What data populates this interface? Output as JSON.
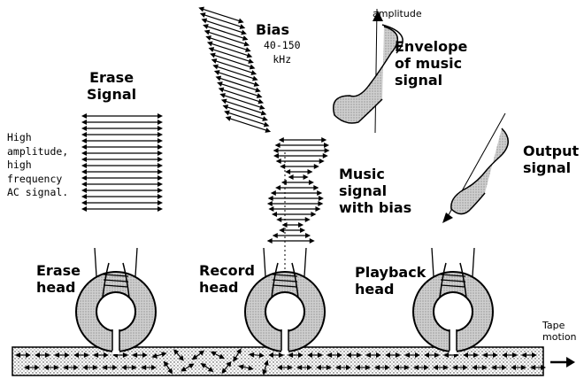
{
  "labels": {
    "bias_title": "Bias",
    "bias_freq": "40-150\nkHz",
    "amplitude": "amplitude",
    "envelope": "Envelope\nof music\nsignal",
    "erase_signal": "Erase\nSignal",
    "ac_note": "High\namplitude,\nhigh\nfrequency\nAC signal.",
    "music_signal": "Music\nsignal\nwith bias",
    "output_signal": "Output\nsignal",
    "erase_head": "Erase\nhead",
    "record_head": "Record\nhead",
    "playback_head": "Playback\nhead",
    "tape_motion": "Tape\nmotion"
  }
}
